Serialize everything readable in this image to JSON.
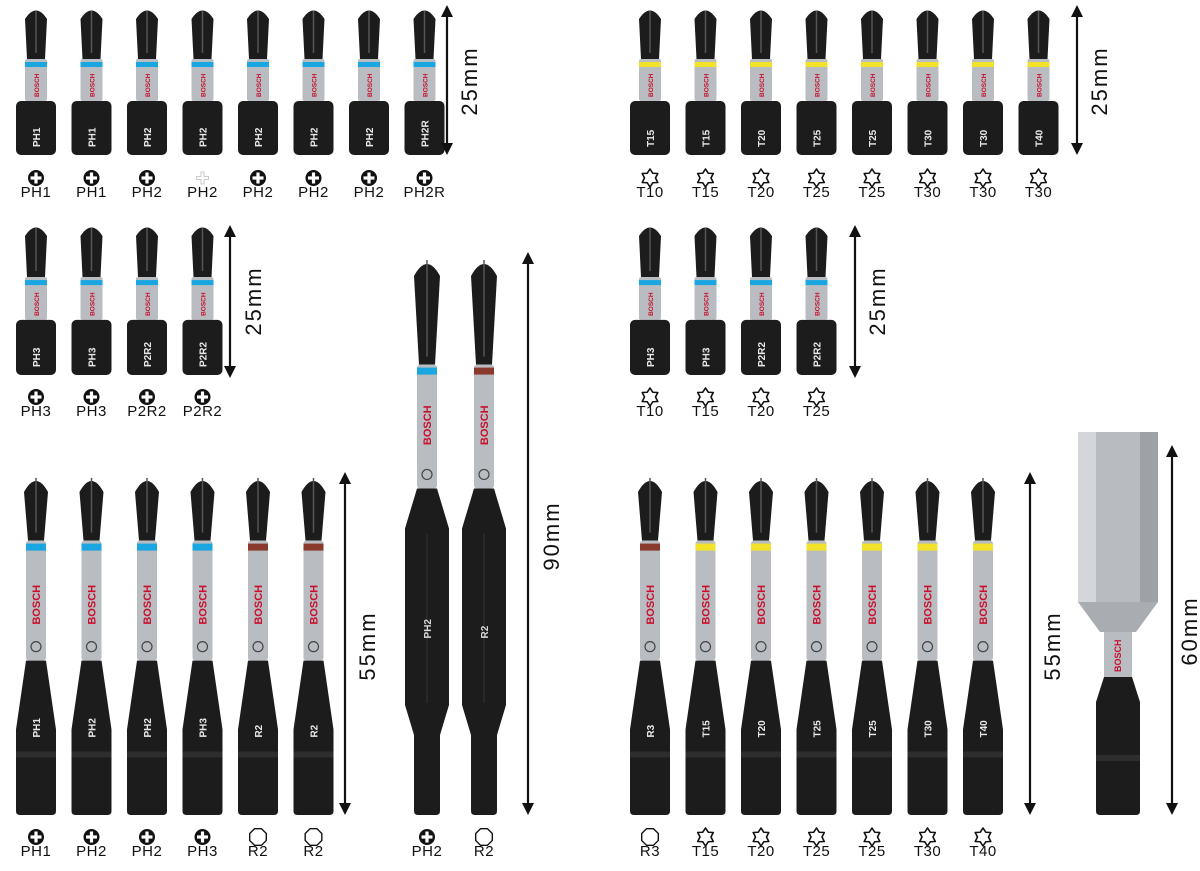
{
  "brand": "BOSCH",
  "colors": {
    "bit_black": "#1c1c1c",
    "band_silver": "#b9bcc0",
    "ring_blue": "#1aa6e0",
    "ring_yellow": "#f2e32a",
    "ring_brown": "#8a3a2c",
    "text_red": "#c8102e",
    "label": "#111111"
  },
  "groups": [
    {
      "name": "short-phillips-row-1",
      "dimension": "25mm",
      "bits": [
        {
          "etch": "PH1",
          "label": "PH1",
          "icon": "phillips-icon",
          "ring": "blue"
        },
        {
          "etch": "PH1",
          "label": "PH1",
          "icon": "phillips-icon",
          "ring": "blue"
        },
        {
          "etch": "PH2",
          "label": "PH2",
          "icon": "phillips-icon",
          "ring": "blue"
        },
        {
          "etch": "PH2",
          "label": "PH2",
          "icon": "phillips-outline-icon",
          "ring": "blue"
        },
        {
          "etch": "PH2",
          "label": "PH2",
          "icon": "phillips-icon",
          "ring": "blue"
        },
        {
          "etch": "PH2",
          "label": "PH2",
          "icon": "phillips-icon",
          "ring": "blue"
        },
        {
          "etch": "PH2",
          "label": "PH2",
          "icon": "phillips-icon",
          "ring": "blue"
        },
        {
          "etch": "PH2R",
          "label": "PH2R",
          "icon": "phillips-icon",
          "ring": "blue"
        }
      ]
    },
    {
      "name": "short-torx-row-1",
      "dimension": "25mm",
      "bits": [
        {
          "etch": "T15",
          "label": "T10",
          "icon": "torx-icon",
          "ring": "yellow"
        },
        {
          "etch": "T15",
          "label": "T15",
          "icon": "torx-icon",
          "ring": "yellow"
        },
        {
          "etch": "T20",
          "label": "T20",
          "icon": "torx-icon",
          "ring": "yellow"
        },
        {
          "etch": "T25",
          "label": "T25",
          "icon": "torx-icon",
          "ring": "yellow"
        },
        {
          "etch": "T25",
          "label": "T25",
          "icon": "torx-icon",
          "ring": "yellow"
        },
        {
          "etch": "T30",
          "label": "T30",
          "icon": "torx-icon",
          "ring": "yellow"
        },
        {
          "etch": "T30",
          "label": "T30",
          "icon": "torx-icon",
          "ring": "yellow"
        },
        {
          "etch": "T40",
          "label": "T30",
          "icon": "torx-icon",
          "ring": "yellow"
        }
      ]
    },
    {
      "name": "short-phillips-row-2",
      "dimension": "25mm",
      "bits": [
        {
          "etch": "PH3",
          "label": "PH3",
          "icon": "phillips-icon",
          "ring": "blue"
        },
        {
          "etch": "PH3",
          "label": "PH3",
          "icon": "phillips-icon",
          "ring": "blue"
        },
        {
          "etch": "P2R2",
          "label": "P2R2",
          "icon": "phillips-icon",
          "ring": "blue"
        },
        {
          "etch": "P2R2",
          "label": "P2R2",
          "icon": "phillips-icon",
          "ring": "blue"
        }
      ]
    },
    {
      "name": "short-mixed-row-2",
      "dimension": "25mm",
      "bits": [
        {
          "etch": "PH3",
          "label": "T10",
          "icon": "torx-icon",
          "ring": "blue"
        },
        {
          "etch": "PH3",
          "label": "T15",
          "icon": "torx-icon",
          "ring": "blue"
        },
        {
          "etch": "P2R2",
          "label": "T20",
          "icon": "torx-icon",
          "ring": "blue"
        },
        {
          "etch": "P2R2",
          "label": "T25",
          "icon": "torx-icon",
          "ring": "blue"
        }
      ]
    },
    {
      "name": "long-phillips-square",
      "dimension": "55mm",
      "bits": [
        {
          "etch": "PH1",
          "label": "PH1",
          "icon": "phillips-icon",
          "ring": "blue"
        },
        {
          "etch": "PH2",
          "label": "PH2",
          "icon": "phillips-icon",
          "ring": "blue"
        },
        {
          "etch": "PH2",
          "label": "PH2",
          "icon": "phillips-icon",
          "ring": "blue"
        },
        {
          "etch": "PH3",
          "label": "PH3",
          "icon": "phillips-icon",
          "ring": "blue"
        },
        {
          "etch": "R2",
          "label": "R2",
          "icon": "square-icon",
          "ring": "brown"
        },
        {
          "etch": "R2",
          "label": "R2",
          "icon": "square-icon",
          "ring": "brown"
        }
      ]
    },
    {
      "name": "extra-long",
      "dimension": "90mm",
      "bits": [
        {
          "etch": "PH2",
          "label": "PH2",
          "icon": "phillips-icon",
          "ring": "blue"
        },
        {
          "etch": "R2",
          "label": "R2",
          "icon": "square-icon",
          "ring": "brown"
        }
      ]
    },
    {
      "name": "long-torx-square",
      "dimension": "55mm",
      "bits": [
        {
          "etch": "R3",
          "label": "R3",
          "icon": "square-icon",
          "ring": "brown"
        },
        {
          "etch": "T15",
          "label": "T15",
          "icon": "torx-icon",
          "ring": "yellow"
        },
        {
          "etch": "T20",
          "label": "T20",
          "icon": "torx-icon",
          "ring": "yellow"
        },
        {
          "etch": "T25",
          "label": "T25",
          "icon": "torx-icon",
          "ring": "yellow"
        },
        {
          "etch": "T25",
          "label": "T25",
          "icon": "torx-icon",
          "ring": "yellow"
        },
        {
          "etch": "T30",
          "label": "T30",
          "icon": "torx-icon",
          "ring": "yellow"
        },
        {
          "etch": "T40",
          "label": "T40",
          "icon": "torx-icon",
          "ring": "yellow"
        }
      ]
    },
    {
      "name": "bit-holder",
      "dimension": "60mm",
      "bits": [
        {
          "etch": "BOSCH",
          "label": "",
          "icon": "",
          "ring": "none"
        }
      ]
    }
  ]
}
